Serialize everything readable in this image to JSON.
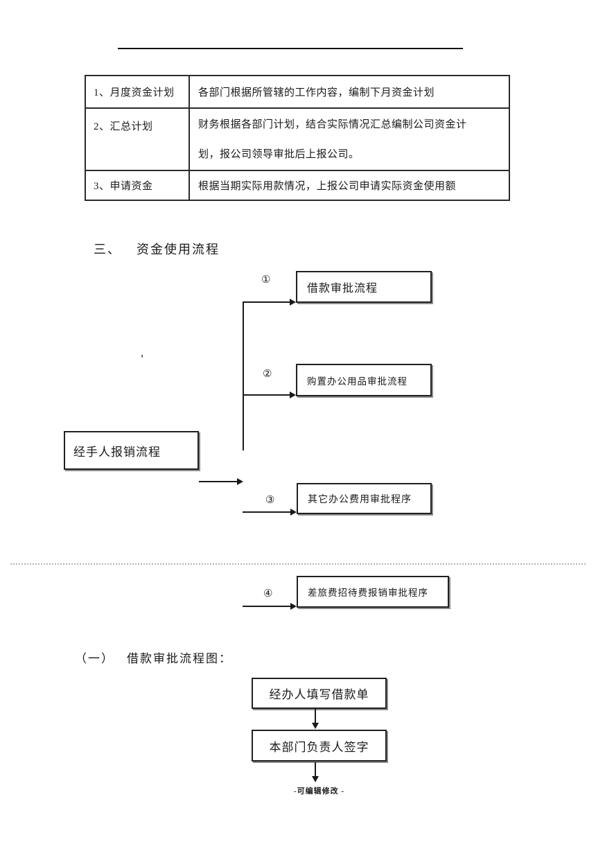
{
  "table": {
    "rows": [
      {
        "label": "1、月度资金计划",
        "desc": "各部门根据所管辖的工作内容，编制下月资金计划"
      },
      {
        "label": "2、汇总计划",
        "desc_line1": "财务根据各部门计划，结合实际情况汇总编制公司资金计",
        "desc_line2": "划，报公司领导审批后上报公司。"
      },
      {
        "label": "3、申请资金",
        "desc": "根据当期实际用款情况，上报公司申请实际资金使用额"
      }
    ]
  },
  "section_fund_usage": {
    "numbering": "三、",
    "title": "资金使用流程"
  },
  "flowchart": {
    "source_box": "经手人报销流程",
    "stray_mark": "'",
    "branches": [
      {
        "number": "①",
        "label": "借款审批流程"
      },
      {
        "number": "②",
        "label": "购置办公用品审批流程"
      },
      {
        "number": "③",
        "label": "其它办公费用审批程序"
      },
      {
        "number": "④",
        "label": "差旅费招待费报销审批程序"
      }
    ]
  },
  "section_loan_approval": {
    "numbering": "（一）",
    "title": "借款审批流程图："
  },
  "loan_flow": {
    "step1": "经办人填写借款单",
    "step2": "本部门负责人签字"
  },
  "footer": {
    "text": "-可编辑修改 -"
  },
  "colors": {
    "ink": "#1a1a1a",
    "dotted_rule": "#b3b3b3"
  }
}
